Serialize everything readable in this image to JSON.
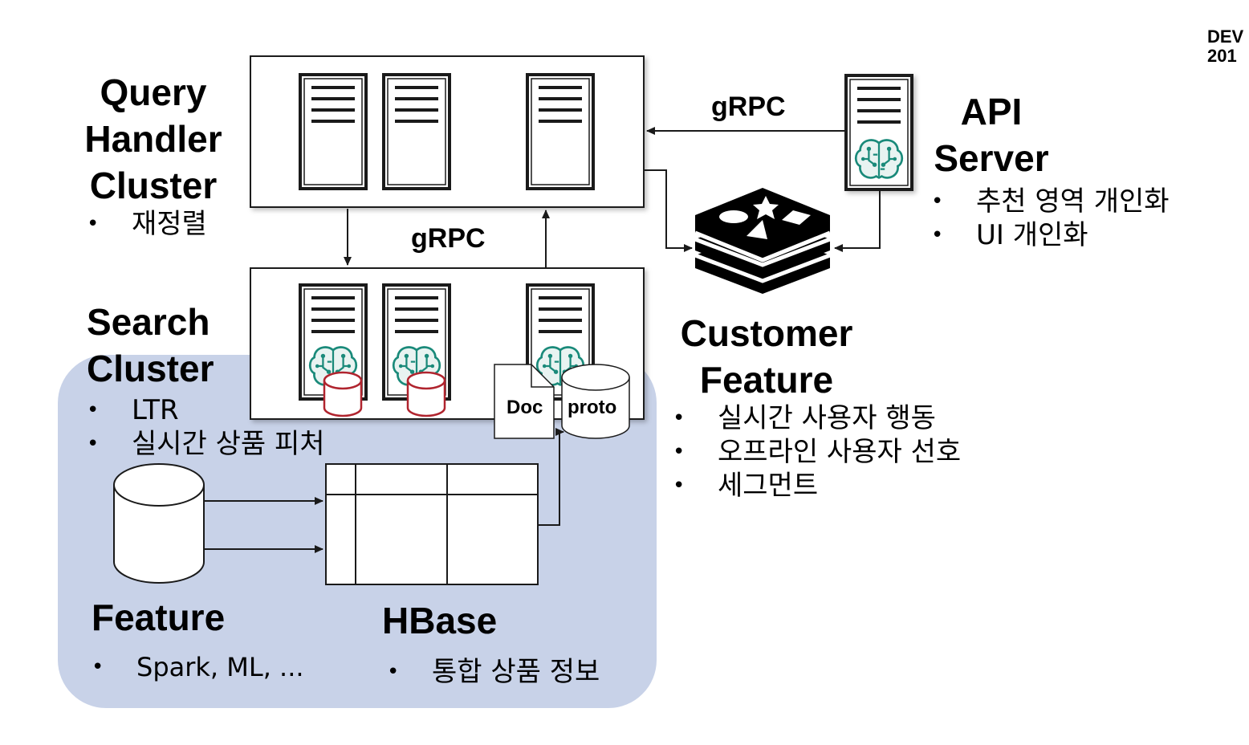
{
  "watermark": {
    "line1": "DEV",
    "line2": "201"
  },
  "query_handler": {
    "title": [
      "Query",
      "Handler",
      "Cluster"
    ],
    "bullets": [
      "재정렬"
    ]
  },
  "search_cluster": {
    "title": [
      "Search",
      "Cluster"
    ],
    "bullets": [
      "LTR",
      "실시간 상품 피처"
    ]
  },
  "api_server": {
    "title": [
      "API",
      "Server"
    ],
    "bullets": [
      "추천 영역 개인화",
      "UI 개인화"
    ]
  },
  "customer_feature": {
    "title": [
      "Customer",
      "Feature"
    ],
    "bullets": [
      "실시간 사용자 행동",
      "오프라인 사용자 선호",
      "세그먼트"
    ]
  },
  "feature": {
    "title": "Feature",
    "bullets": [
      "Spark, ML, ..."
    ]
  },
  "hbase": {
    "title": "HBase",
    "bullets": [
      "통합 상품 정보"
    ]
  },
  "edges": {
    "api_to_qh": "gRPC",
    "qh_to_search": "gRPC"
  },
  "docs": {
    "doc": "Doc",
    "proto": "proto"
  },
  "colors": {
    "panel": "#c8d2e8",
    "line": "#1a1a1a",
    "brain": "#1a8a7a",
    "db_red": "#b0242e"
  },
  "icons": [
    "server-icon",
    "brain-icon",
    "database-icon",
    "redis-icon",
    "document-icon",
    "table-icon"
  ]
}
